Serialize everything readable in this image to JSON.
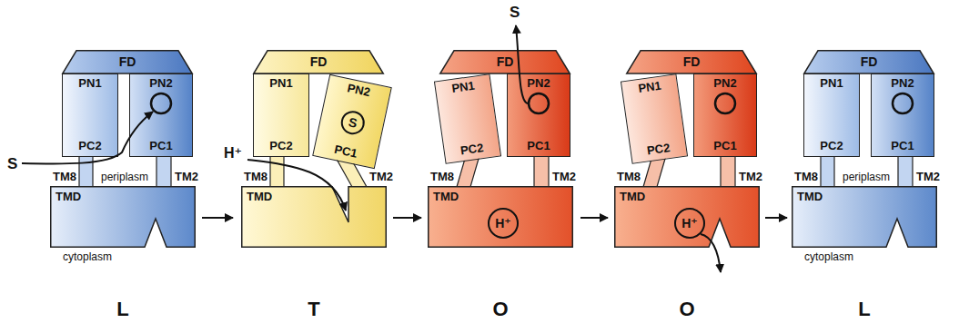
{
  "diagram": {
    "nodes": [
      {
        "text": [
          "FD"
        ]
      },
      {
        "text": [
          "PN1",
          "PC2"
        ]
      },
      {
        "text": [
          "PN2",
          "PC1"
        ]
      },
      {
        "text": [
          "TMD"
        ]
      },
      {
        "text": [
          "FD"
        ]
      },
      {
        "text": [
          "PN1",
          "PC2"
        ]
      },
      {
        "text": [
          "PN2",
          "PC1"
        ]
      },
      {
        "text": [
          "S"
        ],
        "in": 6
      },
      {
        "text": [
          "TMD"
        ]
      },
      {
        "text": [
          "FD"
        ]
      },
      {
        "text": [
          "PN1",
          "PC2"
        ]
      },
      {
        "text": [
          "PN2",
          "PC1"
        ]
      },
      {
        "text": [
          "TMD"
        ]
      },
      {
        "text": [
          "H⁺"
        ],
        "in": 12
      },
      {
        "text": [
          "FD"
        ]
      },
      {
        "text": [
          "PN1",
          "PC2"
        ]
      },
      {
        "text": [
          "PN2",
          "PC1"
        ]
      },
      {
        "text": [
          "TMD"
        ]
      },
      {
        "text": [
          "H⁺"
        ],
        "in": 17
      },
      {
        "text": [
          "FD"
        ]
      },
      {
        "text": [
          "PN1",
          "PC2"
        ]
      },
      {
        "text": [
          "PN2",
          "PC1"
        ]
      },
      {
        "text": [
          "TMD"
        ]
      }
    ],
    "labels": [
      "S",
      "TM8",
      "TM2",
      "periplasm",
      "cytoplasm",
      "H⁺",
      "TM8",
      "TM2",
      "S",
      "TM8",
      "TM2",
      "TM8",
      "TM2",
      "TM8",
      "TM2",
      "periplasm",
      "cytoplasm",
      "L",
      "T",
      "O",
      "O",
      "L"
    ]
  }
}
